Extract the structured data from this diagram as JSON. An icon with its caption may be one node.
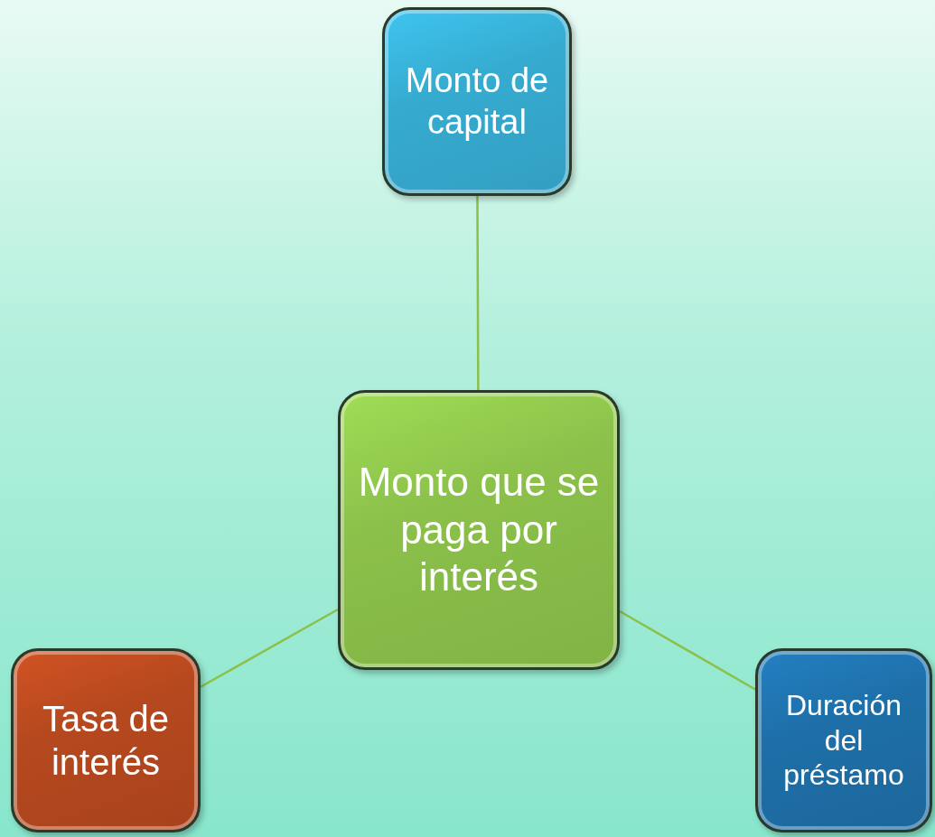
{
  "diagram": {
    "nodes": [
      {
        "text": [
          "Monto de capital"
        ]
      },
      {
        "text": [
          "Monto que se paga por interés"
        ]
      },
      {
        "text": [
          "Tasa de interés"
        ]
      },
      {
        "text": [
          "Duración del préstamo"
        ]
      }
    ],
    "edges": [
      {
        "from": 1,
        "to": 0,
        "arrow": "none"
      },
      {
        "from": 1,
        "to": 2,
        "arrow": "none"
      },
      {
        "from": 1,
        "to": 3,
        "arrow": "none"
      }
    ]
  }
}
